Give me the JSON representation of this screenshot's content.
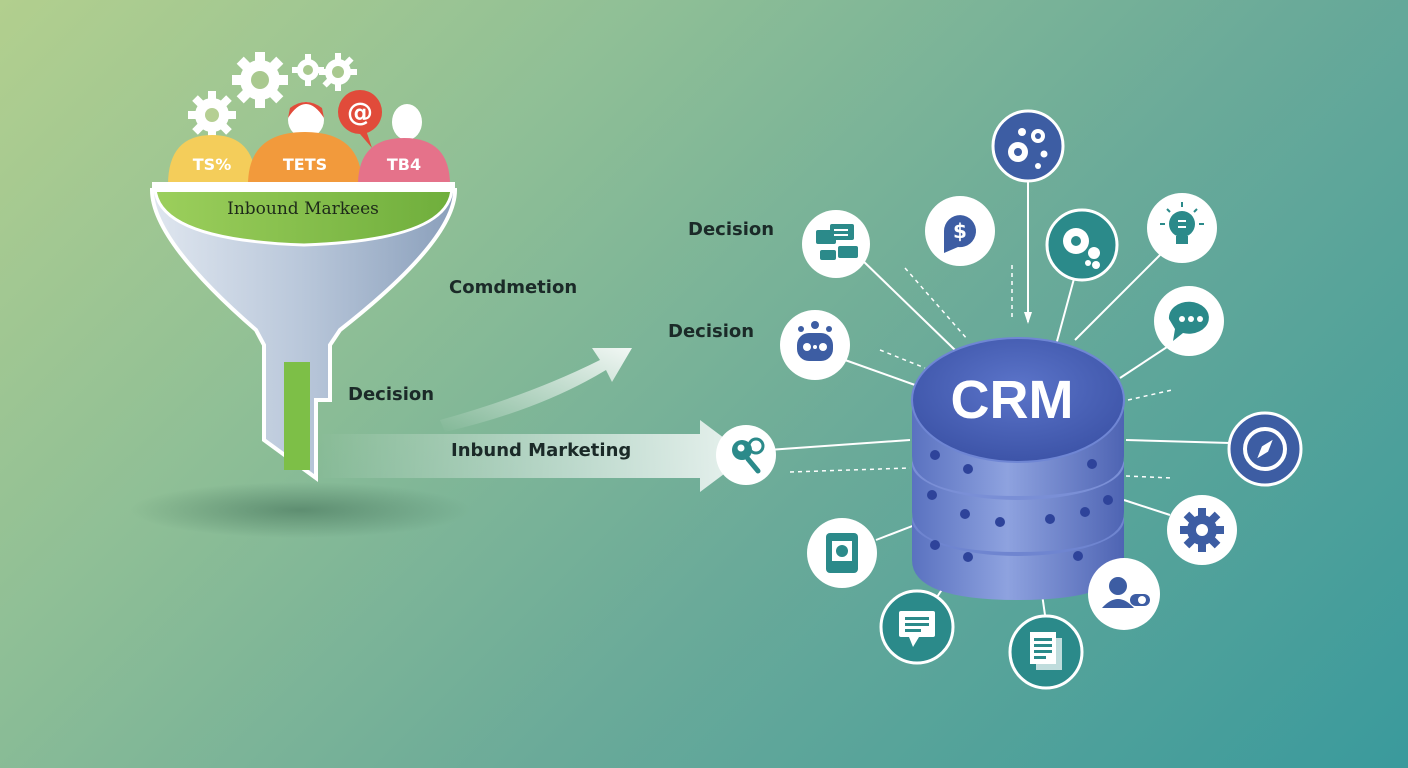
{
  "funnel": {
    "segments": [
      {
        "label": "TS%",
        "color": "#f4cd5a"
      },
      {
        "label": "TETS",
        "color": "#f29a3c"
      },
      {
        "label": "TB4",
        "color": "#e5728a"
      }
    ],
    "rim_label": "Inbound Markees"
  },
  "labels": {
    "decision_top": "Decision",
    "comdmetion": "Comdmetion",
    "decision_mid": "Decision",
    "decision_funnel": "Decision",
    "inbound_marketing": "Inbund Marketing"
  },
  "crm": {
    "title": "CRM"
  },
  "icons": [
    {
      "name": "gears-icon"
    },
    {
      "name": "dollar-chat-icon"
    },
    {
      "name": "chat-bubbles-icon"
    },
    {
      "name": "gear-cluster-icon"
    },
    {
      "name": "lightbulb-icon"
    },
    {
      "name": "robot-icon"
    },
    {
      "name": "speech-dots-icon"
    },
    {
      "name": "search-people-icon"
    },
    {
      "name": "clock-compass-icon"
    },
    {
      "name": "settings-gear-icon"
    },
    {
      "name": "user-toggle-icon"
    },
    {
      "name": "device-icon"
    },
    {
      "name": "message-lines-icon"
    },
    {
      "name": "documents-icon"
    }
  ]
}
